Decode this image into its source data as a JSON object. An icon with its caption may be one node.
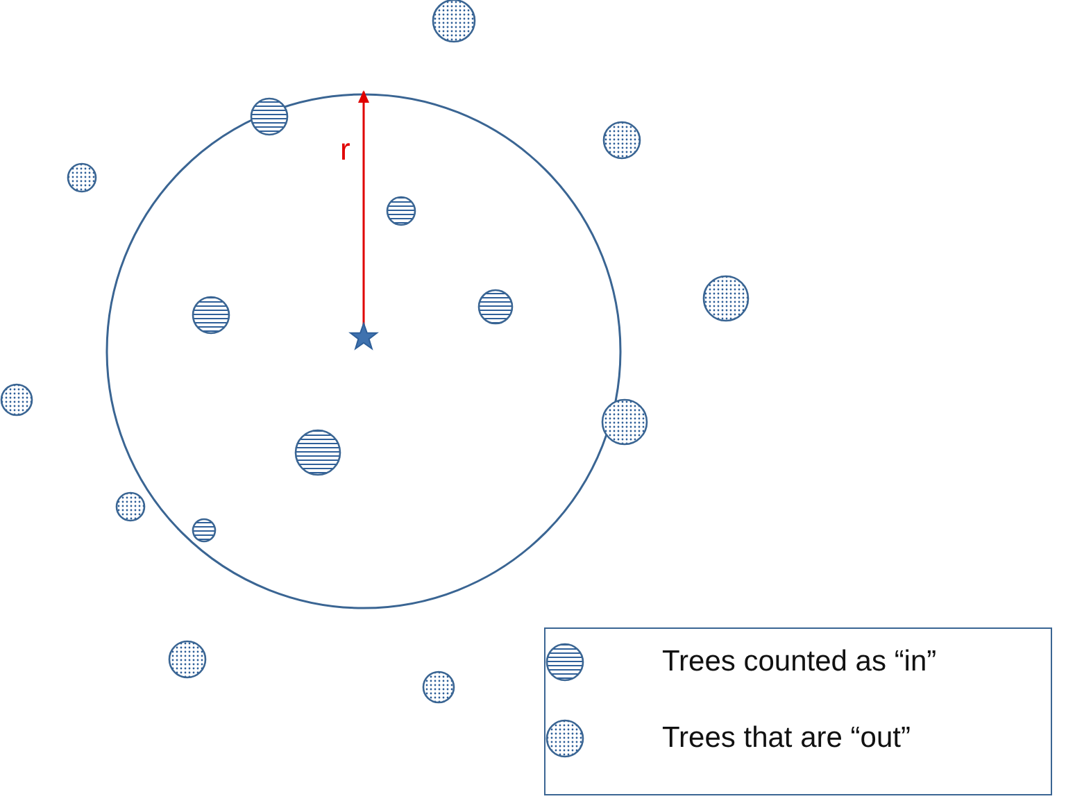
{
  "diagram": {
    "labels": [
      "r"
    ],
    "legend": [
      {
        "text": "Trees counted as “in”"
      },
      {
        "text": "Trees that are “out”"
      }
    ]
  }
}
